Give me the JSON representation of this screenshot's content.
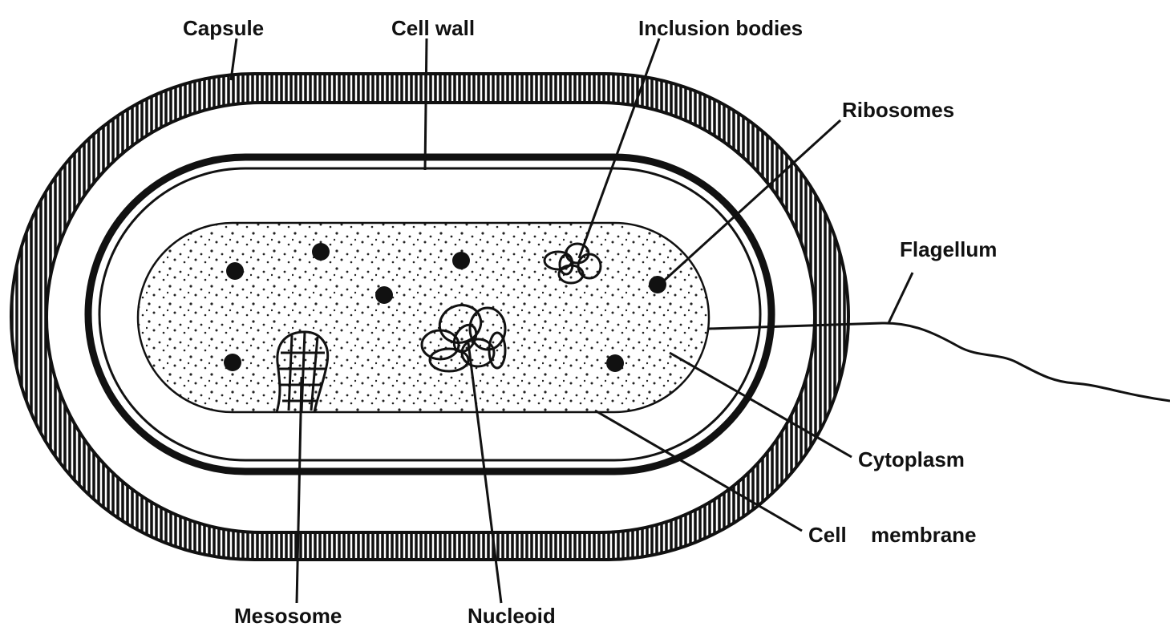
{
  "labels": {
    "capsule": "Capsule",
    "cell_wall": "Cell wall",
    "inclusion_bodies": "Inclusion bodies",
    "ribosomes": "Ribosomes",
    "flagellum": "Flagellum",
    "cytoplasm": "Cytoplasm",
    "cell_membrane_1": "Cell",
    "cell_membrane_2": "membrane",
    "mesosome": "Mesosome",
    "nucleoid": "Nucleoid"
  },
  "colors": {
    "ink": "#111111",
    "background": "#ffffff"
  }
}
